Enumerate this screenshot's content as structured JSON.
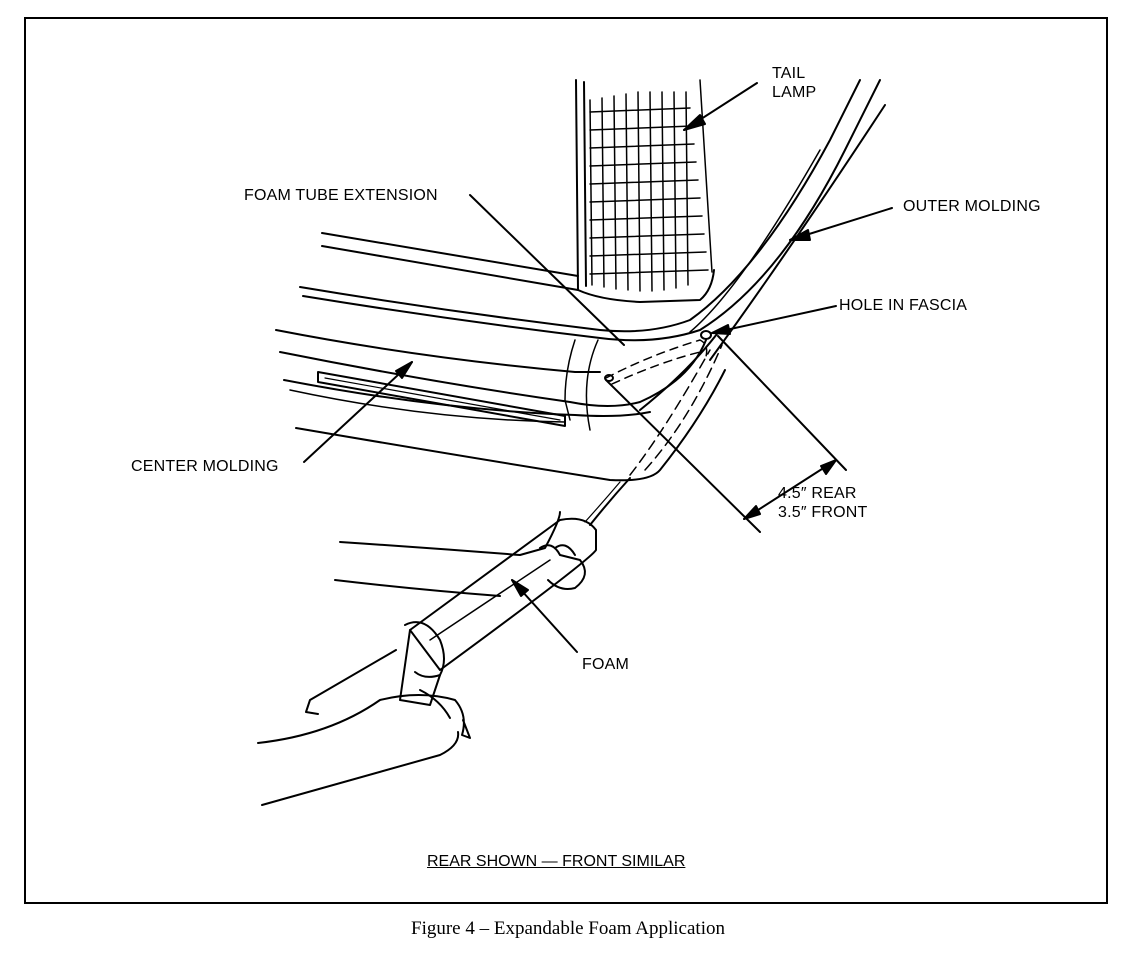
{
  "labels": {
    "tail_lamp_line1": "TAIL",
    "tail_lamp_line2": "LAMP",
    "foam_tube_extension": "FOAM TUBE EXTENSION",
    "outer_molding": "OUTER MOLDING",
    "hole_in_fascia": "HOLE IN FASCIA",
    "center_molding": "CENTER MOLDING",
    "dimension_rear": "4.5″ REAR",
    "dimension_front": "3.5″ FRONT",
    "foam": "FOAM",
    "view_note": "REAR SHOWN — FRONT SIMILAR"
  },
  "figure_caption": "Figure 4 – Expandable Foam Application"
}
